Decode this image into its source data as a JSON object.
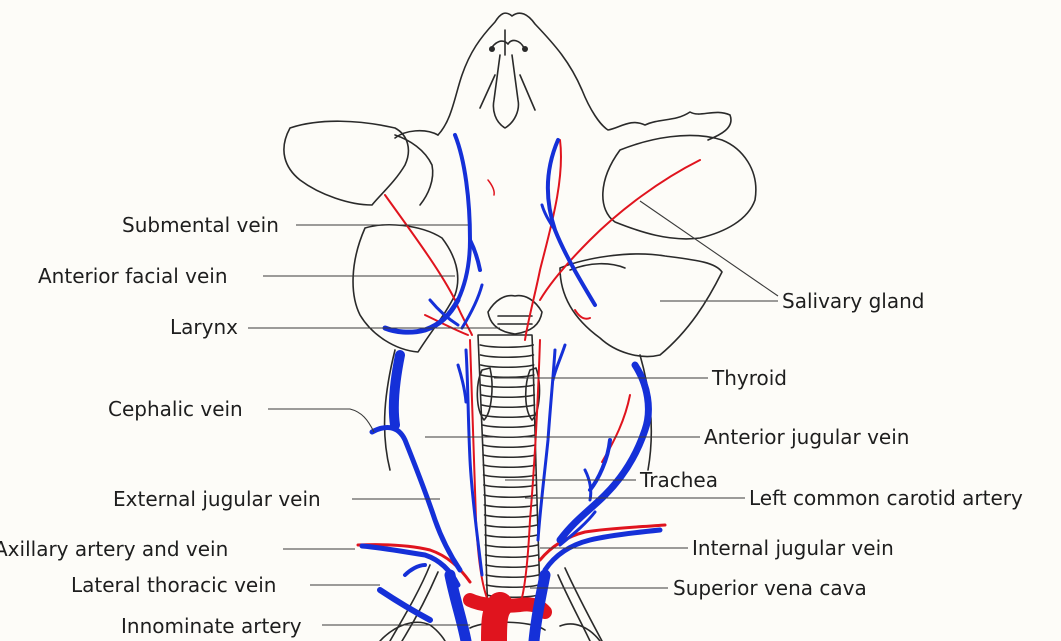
{
  "colors": {
    "background": "#fdfcf8",
    "vein": "#1530d8",
    "artery": "#e0141e",
    "outline": "#2a2a2a",
    "label": "#1e1e1e"
  },
  "labels": {
    "submental_vein": "Submental vein",
    "anterior_facial_vein": "Anterior facial vein",
    "larynx": "Larynx",
    "cephalic_vein": "Cephalic vein",
    "external_jugular_vein": "External jugular vein",
    "axillary_artery_and_vein": "Axillary artery and vein",
    "lateral_thoracic_vein": "Lateral thoracic vein",
    "innominate_artery": "Innominate artery",
    "salivary_gland": "Salivary gland",
    "thyroid": "Thyroid",
    "anterior_jugular_vein": "Anterior jugular vein",
    "trachea": "Trachea",
    "left_common_carotid_artery": "Left common carotid artery",
    "internal_jugular_vein": "Internal jugular vein",
    "superior_vena_cava": "Superior vena cava"
  }
}
